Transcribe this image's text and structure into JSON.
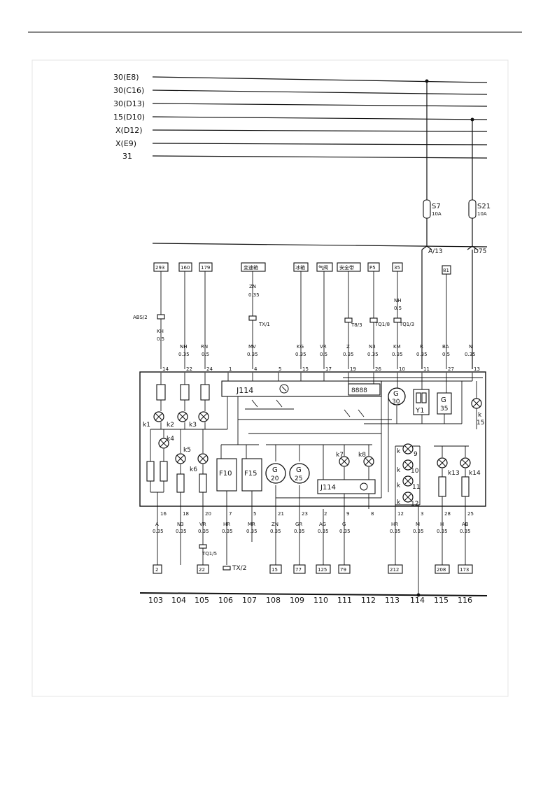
{
  "supply_lines": [
    "30(E8)",
    "30(C16)",
    "30(D13)",
    "15(D10)",
    "X(D12)",
    "X(E9)",
    "31"
  ],
  "fuses": [
    {
      "id": "S7",
      "rating": "10A",
      "connector": "A/13"
    },
    {
      "id": "S21",
      "rating": "10A",
      "connector": "D75"
    }
  ],
  "top_destinations": [
    "293",
    "160",
    "179",
    "变速箱",
    "冰箱",
    "气阀",
    "安全带",
    "P5",
    "35",
    "81"
  ],
  "top_connectors": [
    "ABS/2",
    "TX/1",
    "T8/3",
    "TQ1/8",
    "TQ1/3"
  ],
  "top_wires": [
    {
      "color": "KH",
      "size": "0.5"
    },
    {
      "color": "NH",
      "size": "0.35"
    },
    {
      "color": "RN",
      "size": "0.5"
    },
    {
      "color": "ZN",
      "size": "0.35"
    },
    {
      "color": "MV",
      "size": "0.35"
    },
    {
      "color": "KG",
      "size": "0.35"
    },
    {
      "color": "VR",
      "size": "0.5"
    },
    {
      "color": "Z",
      "size": "0.35"
    },
    {
      "color": "N3",
      "size": "0.35"
    },
    {
      "color": "KM",
      "size": "0.35"
    },
    {
      "color": "NH",
      "size": "0.5"
    },
    {
      "color": "R",
      "size": "0.35"
    },
    {
      "color": "BA",
      "size": "0.5"
    },
    {
      "color": "N",
      "size": "0.35"
    }
  ],
  "top_pins": [
    "14",
    "22",
    "24",
    "1",
    "4",
    "5",
    "15",
    "17",
    "19",
    "26",
    "10",
    "11",
    "27",
    "13"
  ],
  "cluster_components": {
    "j114": "J114",
    "j114_lower": "J114",
    "y1": "Y1",
    "g30": [
      "G",
      "30"
    ],
    "g35": [
      "G",
      "35"
    ],
    "g20": [
      "G",
      "20"
    ],
    "g25": [
      "G",
      "25"
    ],
    "f10": "F10",
    "f15": "F15",
    "display": "8888"
  },
  "lamps": [
    "k1",
    "k2",
    "k3",
    "k4",
    "k5",
    "k6",
    "k7",
    "k8",
    "k",
    "9",
    "10",
    "11",
    "12",
    "k13",
    "k14",
    "k",
    "15"
  ],
  "bottom_pins": [
    "16",
    "18",
    "20",
    "7",
    "5",
    "21",
    "23",
    "2",
    "9",
    "8",
    "12",
    "3",
    "28",
    "25"
  ],
  "bottom_wires": [
    {
      "color": "A",
      "size": "0.35"
    },
    {
      "color": "N3",
      "size": "0.35"
    },
    {
      "color": "VR",
      "size": "0.35"
    },
    {
      "color": "HR",
      "size": "0.35"
    },
    {
      "color": "MR",
      "size": "0.35"
    },
    {
      "color": "ZN",
      "size": "0.35"
    },
    {
      "color": "GR",
      "size": "0.35"
    },
    {
      "color": "AG",
      "size": "0.35"
    },
    {
      "color": "G",
      "size": "0.35"
    },
    {
      "color": "HR",
      "size": "0.35"
    },
    {
      "color": "M",
      "size": "0.35"
    },
    {
      "color": "H",
      "size": "0.35"
    },
    {
      "color": "AB",
      "size": "0.35"
    }
  ],
  "bottom_connectors": [
    "TQ1/5",
    "TX/2"
  ],
  "bottom_destinations": [
    "2",
    "22",
    "15",
    "77",
    "125",
    "79",
    "212",
    "208",
    "173"
  ],
  "ground_label": "31",
  "column_numbers": [
    "103",
    "104",
    "105",
    "106",
    "107",
    "108",
    "109",
    "110",
    "111",
    "112",
    "113",
    "114",
    "115",
    "116"
  ]
}
